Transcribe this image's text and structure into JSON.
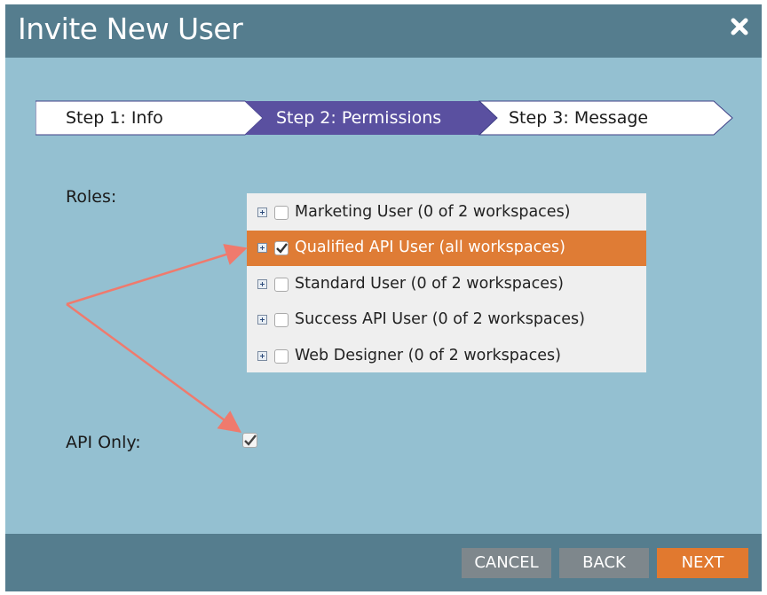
{
  "dialog": {
    "title": "Invite New User",
    "close_icon": "close-icon"
  },
  "wizard": {
    "steps": [
      {
        "label": "Step 1: Info",
        "state": "completed"
      },
      {
        "label": "Step 2: Permissions",
        "state": "active"
      },
      {
        "label": "Step 3: Message",
        "state": "pending"
      }
    ],
    "active_color": "#5a50a0",
    "inactive_color": "#ffffff"
  },
  "form": {
    "roles_label": "Roles:",
    "api_only_label": "API Only:",
    "api_only_checked": true
  },
  "roles": [
    {
      "label": "Marketing User (0 of 2 workspaces)",
      "checked": false,
      "selected": false
    },
    {
      "label": "Qualified API User (all workspaces)",
      "checked": true,
      "selected": true
    },
    {
      "label": "Standard User (0 of 2 workspaces)",
      "checked": false,
      "selected": false
    },
    {
      "label": "Success API User (0 of 2 workspaces)",
      "checked": false,
      "selected": false
    },
    {
      "label": "Web Designer (0 of 2 workspaces)",
      "checked": false,
      "selected": false
    }
  ],
  "footer": {
    "cancel_label": "CANCEL",
    "back_label": "BACK",
    "next_label": "NEXT"
  },
  "colors": {
    "header": "#557d8e",
    "body": "#94c0d1",
    "selected_row": "#df7c35",
    "next_button": "#e1792f",
    "gray_button": "#7e878c",
    "annotation_arrow": "#ef7a6d"
  }
}
